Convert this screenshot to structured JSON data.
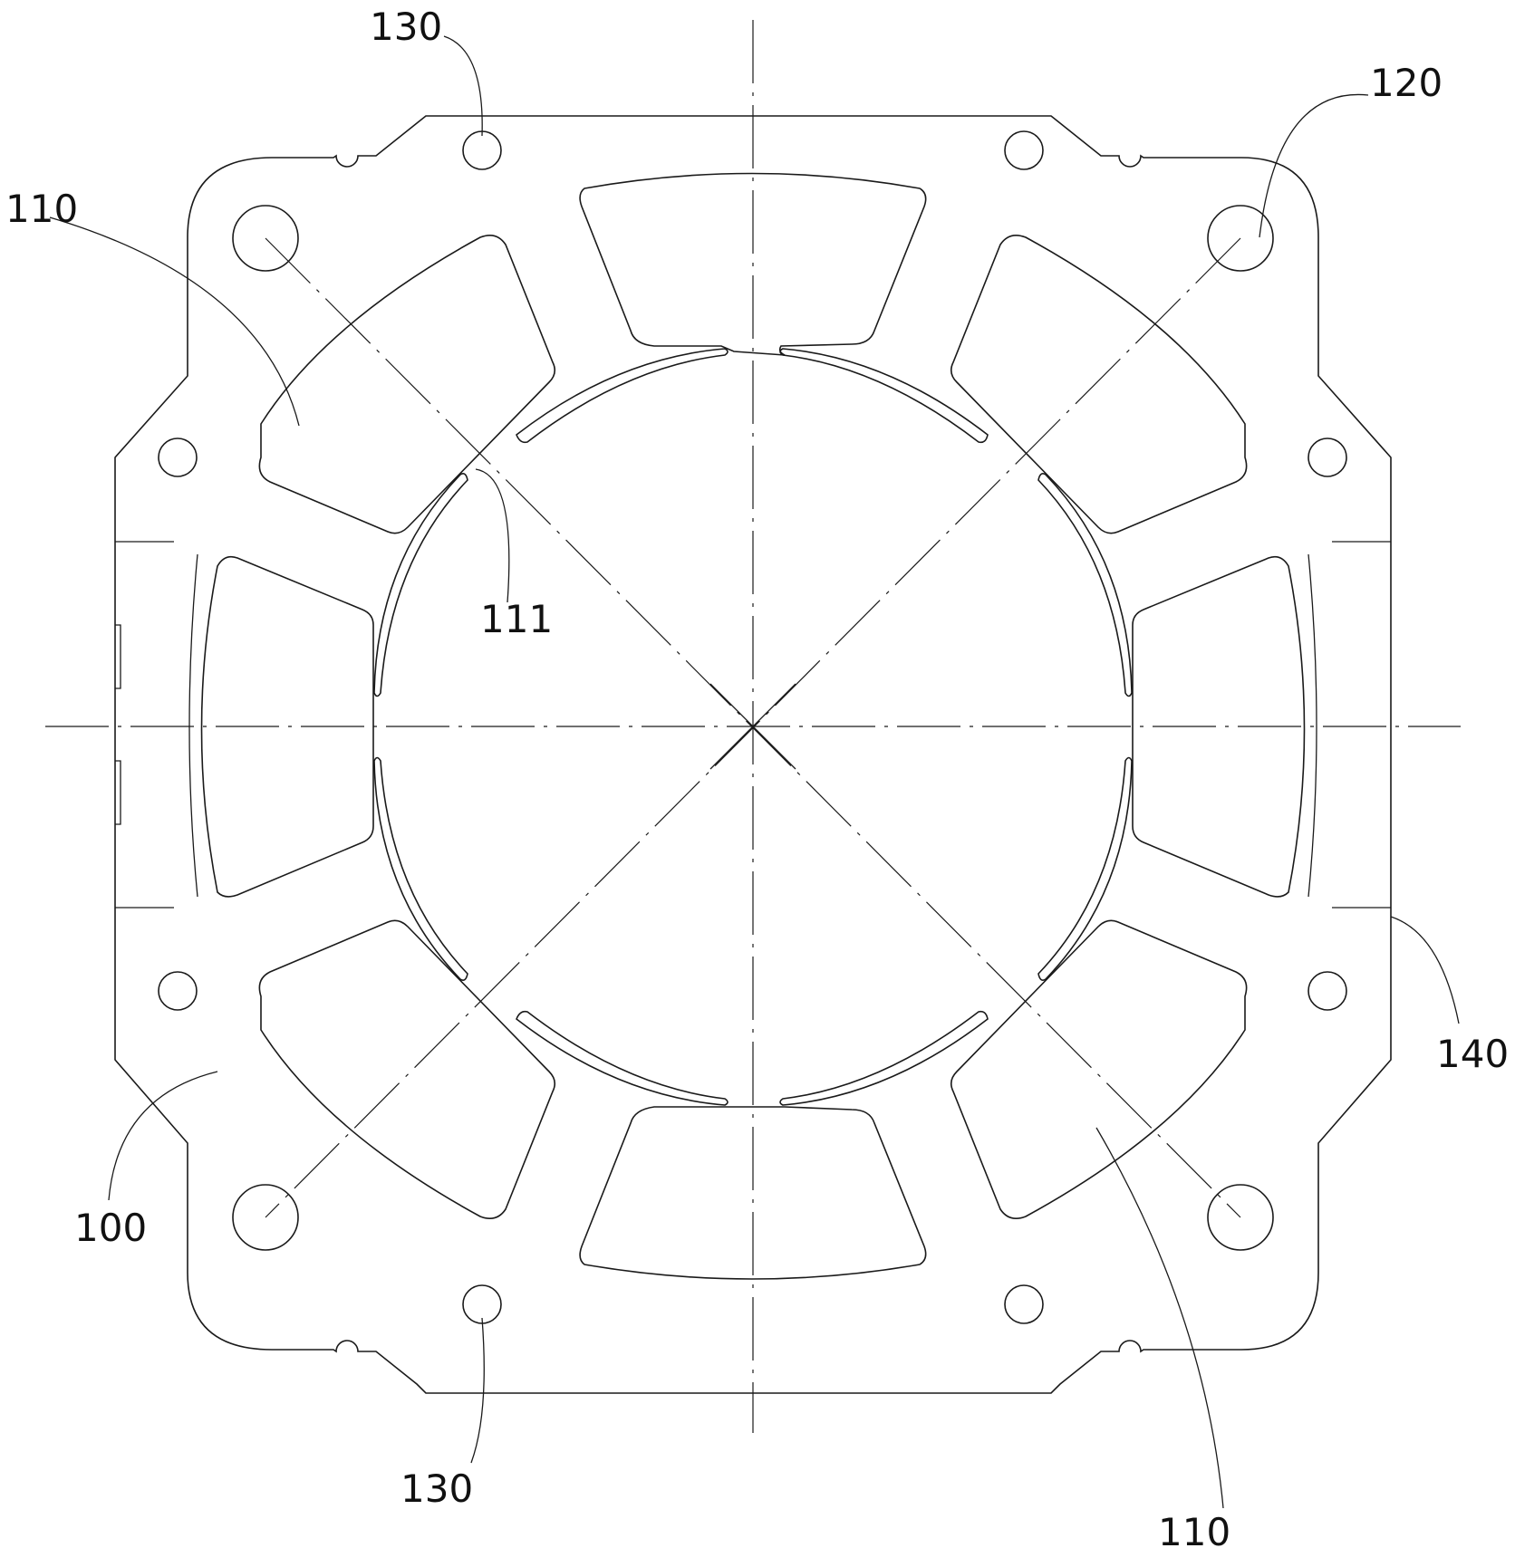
{
  "labels": {
    "top_130": "130",
    "top_right_120": "120",
    "top_left_110": "110",
    "slot_tip_111": "111",
    "right_140": "140",
    "bottom_left_100": "100",
    "bottom_130": "130",
    "bottom_right_110": "110"
  },
  "colors": {
    "line": "#1a1a1a",
    "background": "#ffffff"
  }
}
